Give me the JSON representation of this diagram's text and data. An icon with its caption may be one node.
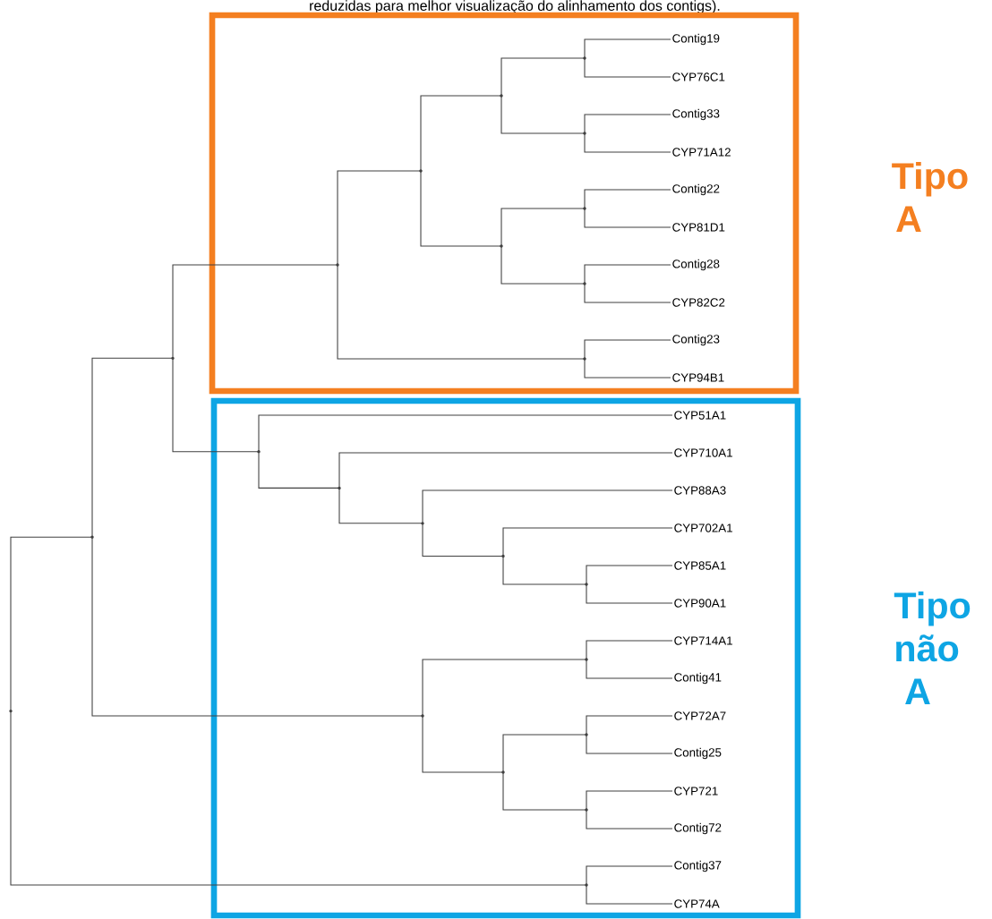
{
  "diagram": {
    "nodes": [
      {
        "text": [
          "Tipo A"
        ]
      },
      {
        "text": [
          "Contig19"
        ],
        "in": 0
      },
      {
        "text": [
          "CYP76C1"
        ],
        "in": 0
      },
      {
        "text": [
          "Contig33"
        ],
        "in": 0
      },
      {
        "text": [
          "CYP71A12"
        ],
        "in": 0
      },
      {
        "text": [
          "Contig22"
        ],
        "in": 0
      },
      {
        "text": [
          "CYP81D1"
        ],
        "in": 0
      },
      {
        "text": [
          "Contig28"
        ],
        "in": 0
      },
      {
        "text": [
          "CYP82C2"
        ],
        "in": 0
      },
      {
        "text": [
          "Contig23"
        ],
        "in": 0
      },
      {
        "text": [
          "CYP94B1"
        ],
        "in": 0
      },
      {
        "text": [
          "Tipo não A"
        ]
      },
      {
        "text": [
          "CYP51A1"
        ],
        "in": 11
      },
      {
        "text": [
          "CYP710A1"
        ],
        "in": 11
      },
      {
        "text": [
          "CYP88A3"
        ],
        "in": 11
      },
      {
        "text": [
          "CYP702A1"
        ],
        "in": 11
      },
      {
        "text": [
          "CYP85A1"
        ],
        "in": 11
      },
      {
        "text": [
          "CYP90A1"
        ],
        "in": 11
      },
      {
        "text": [
          "CYP714A1"
        ],
        "in": 11
      },
      {
        "text": [
          "Contig41"
        ],
        "in": 11
      },
      {
        "text": [
          "CYP72A7"
        ],
        "in": 11
      },
      {
        "text": [
          "Contig25"
        ],
        "in": 11
      },
      {
        "text": [
          "CYP721"
        ],
        "in": 11
      },
      {
        "text": [
          "Contig72"
        ],
        "in": 11
      },
      {
        "text": [
          "Contig37"
        ],
        "in": 11
      },
      {
        "text": [
          "CYP74A"
        ],
        "in": 11
      },
      {
        "text": [],
        "shape": "point",
        "in": 0
      },
      {
        "text": [],
        "shape": "point",
        "in": 0
      },
      {
        "text": [],
        "shape": "point",
        "in": 0
      },
      {
        "text": [],
        "shape": "point",
        "in": 0
      },
      {
        "text": [],
        "shape": "point",
        "in": 0
      },
      {
        "text": [],
        "shape": "point",
        "in": 0
      },
      {
        "text": [],
        "shape": "point",
        "in": 0
      },
      {
        "text": [],
        "shape": "point",
        "in": 0
      },
      {
        "text": [],
        "shape": "point",
        "in": 0
      },
      {
        "text": [],
        "shape": "point",
        "in": 11
      },
      {
        "text": [],
        "shape": "point",
        "in": 11
      },
      {
        "text": [],
        "shape": "point",
        "in": 11
      },
      {
        "text": [],
        "shape": "point",
        "in": 11
      },
      {
        "text": [],
        "shape": "point",
        "in": 11
      },
      {
        "text": [],
        "shape": "point"
      },
      {
        "text": [],
        "shape": "point",
        "in": 11
      },
      {
        "text": [],
        "shape": "point",
        "in": 11
      },
      {
        "text": [],
        "shape": "point",
        "in": 11
      },
      {
        "text": [],
        "shape": "point",
        "in": 11
      },
      {
        "text": [],
        "shape": "point",
        "in": 11
      },
      {
        "text": [],
        "shape": "point"
      },
      {
        "text": [],
        "shape": "point",
        "in": 11
      },
      {
        "text": [],
        "shape": "point"
      }
    ],
    "edges": [
      {
        "from": 26,
        "to": 1,
        "arrow": "none"
      },
      {
        "from": 26,
        "to": 2,
        "arrow": "none"
      },
      {
        "from": 27,
        "to": 3,
        "arrow": "none"
      },
      {
        "from": 27,
        "to": 4,
        "arrow": "none"
      },
      {
        "from": 28,
        "to": 26,
        "arrow": "none"
      },
      {
        "from": 28,
        "to": 27,
        "arrow": "none"
      },
      {
        "from": 29,
        "to": 5,
        "arrow": "none"
      },
      {
        "from": 29,
        "to": 6,
        "arrow": "none"
      },
      {
        "from": 30,
        "to": 7,
        "arrow": "none"
      },
      {
        "from": 30,
        "to": 8,
        "arrow": "none"
      },
      {
        "from": 31,
        "to": 29,
        "arrow": "none"
      },
      {
        "from": 31,
        "to": 30,
        "arrow": "none"
      },
      {
        "from": 32,
        "to": 28,
        "arrow": "none"
      },
      {
        "from": 32,
        "to": 31,
        "arrow": "none"
      },
      {
        "from": 33,
        "to": 9,
        "arrow": "none"
      },
      {
        "from": 33,
        "to": 10,
        "arrow": "none"
      },
      {
        "from": 34,
        "to": 32,
        "arrow": "none"
      },
      {
        "from": 34,
        "to": 33,
        "arrow": "none"
      },
      {
        "from": 35,
        "to": 16,
        "arrow": "none"
      },
      {
        "from": 35,
        "to": 17,
        "arrow": "none"
      },
      {
        "from": 36,
        "to": 15,
        "arrow": "none"
      },
      {
        "from": 36,
        "to": 35,
        "arrow": "none"
      },
      {
        "from": 37,
        "to": 14,
        "arrow": "none"
      },
      {
        "from": 37,
        "to": 36,
        "arrow": "none"
      },
      {
        "from": 38,
        "to": 13,
        "arrow": "none"
      },
      {
        "from": 38,
        "to": 37,
        "arrow": "none"
      },
      {
        "from": 39,
        "to": 12,
        "arrow": "none"
      },
      {
        "from": 39,
        "to": 38,
        "arrow": "none"
      },
      {
        "from": 40,
        "to": 34,
        "arrow": "none"
      },
      {
        "from": 40,
        "to": 39,
        "arrow": "none"
      },
      {
        "from": 41,
        "to": 18,
        "arrow": "none"
      },
      {
        "from": 41,
        "to": 19,
        "arrow": "none"
      },
      {
        "from": 42,
        "to": 20,
        "arrow": "none"
      },
      {
        "from": 42,
        "to": 21,
        "arrow": "none"
      },
      {
        "from": 43,
        "to": 22,
        "arrow": "none"
      },
      {
        "from": 43,
        "to": 23,
        "arrow": "none"
      },
      {
        "from": 44,
        "to": 42,
        "arrow": "none"
      },
      {
        "from": 44,
        "to": 43,
        "arrow": "none"
      },
      {
        "from": 45,
        "to": 41,
        "arrow": "none"
      },
      {
        "from": 45,
        "to": 44,
        "arrow": "none"
      },
      {
        "from": 46,
        "to": 40,
        "arrow": "none"
      },
      {
        "from": 46,
        "to": 45,
        "arrow": "none"
      },
      {
        "from": 47,
        "to": 24,
        "arrow": "none"
      },
      {
        "from": 47,
        "to": 25,
        "arrow": "none"
      },
      {
        "from": 48,
        "to": 46,
        "arrow": "none"
      },
      {
        "from": 48,
        "to": 47,
        "arrow": "none"
      }
    ],
    "labels": [
      "reduzidas para melhor visualização do alinhamento dos contigs)."
    ]
  }
}
